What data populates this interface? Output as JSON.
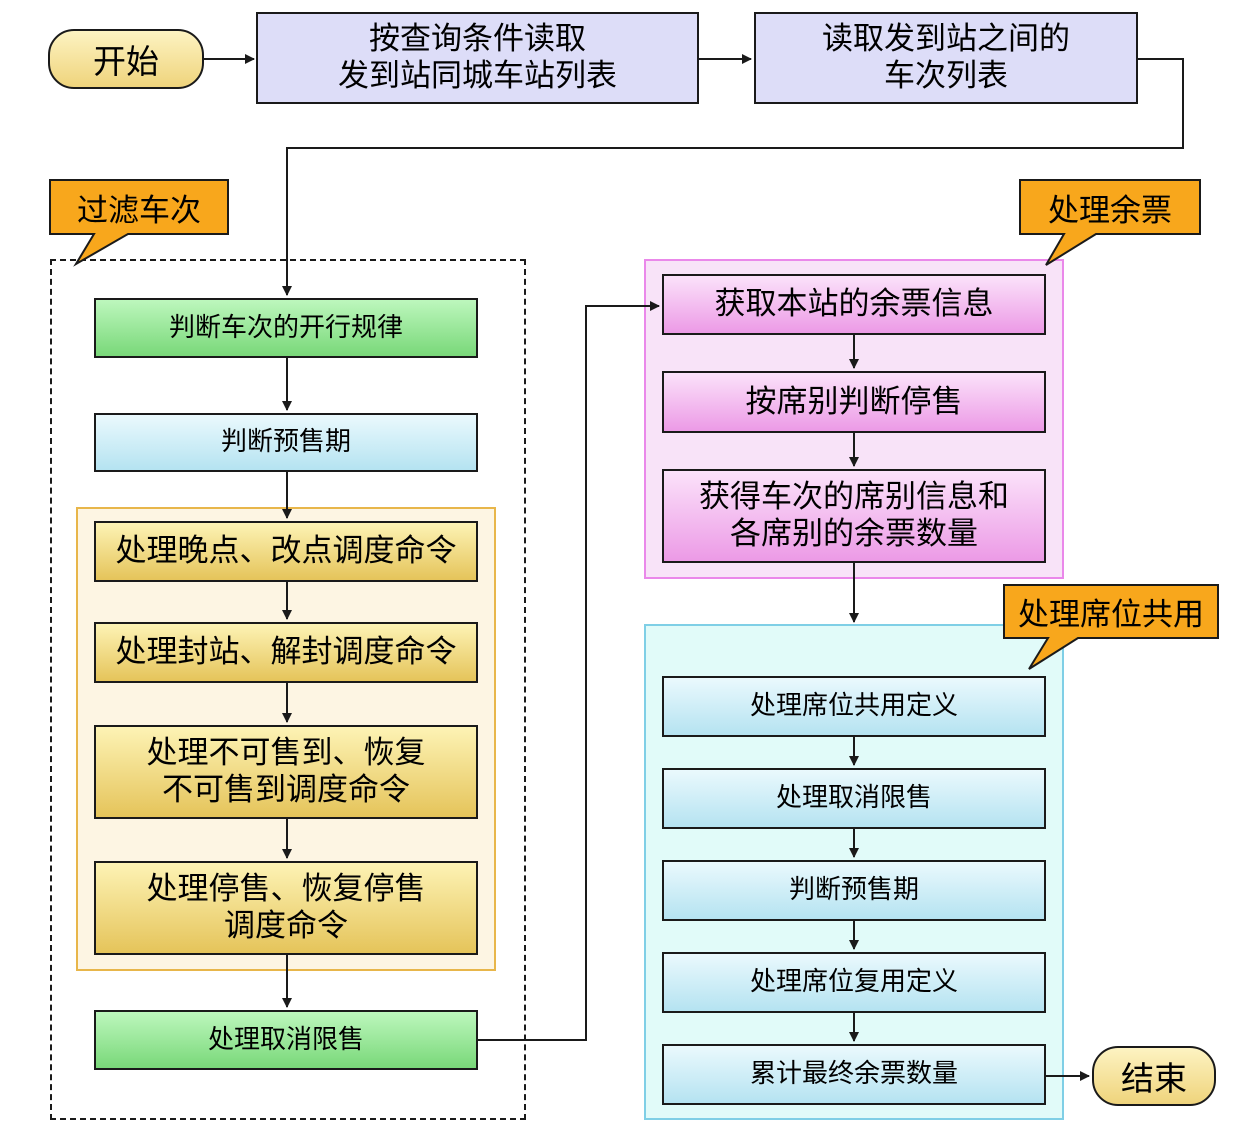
{
  "start": "开始",
  "end": "结束",
  "top": {
    "query_box": "按查询条件读取\n发到站同城车站列表",
    "train_list_box": "读取发到站之间的\n车次列表"
  },
  "filter": {
    "label": "过滤车次",
    "rule": "判断车次的开行规律",
    "presale": "判断预售期",
    "dispatch": {
      "late": "处理晚点、改点调度命令",
      "seal": "处理封站、解封调度命令",
      "unsellable": "处理不可售到、恢复\n不可售到调度命令",
      "stop_sale": "处理停售、恢复停售\n调度命令"
    },
    "cancel_limit": "处理取消限售"
  },
  "tickets": {
    "label": "处理余票",
    "get_info": "获取本站的余票信息",
    "stop_by_seat": "按席别判断停售",
    "seat_info": "获得车次的席别信息和\n各席别的余票数量"
  },
  "share": {
    "label": "处理席位共用",
    "share_def": "处理席位共用定义",
    "cancel_limit": "处理取消限售",
    "presale": "判断预售期",
    "reuse_def": "处理席位复用定义",
    "total": "累计最终余票数量"
  }
}
